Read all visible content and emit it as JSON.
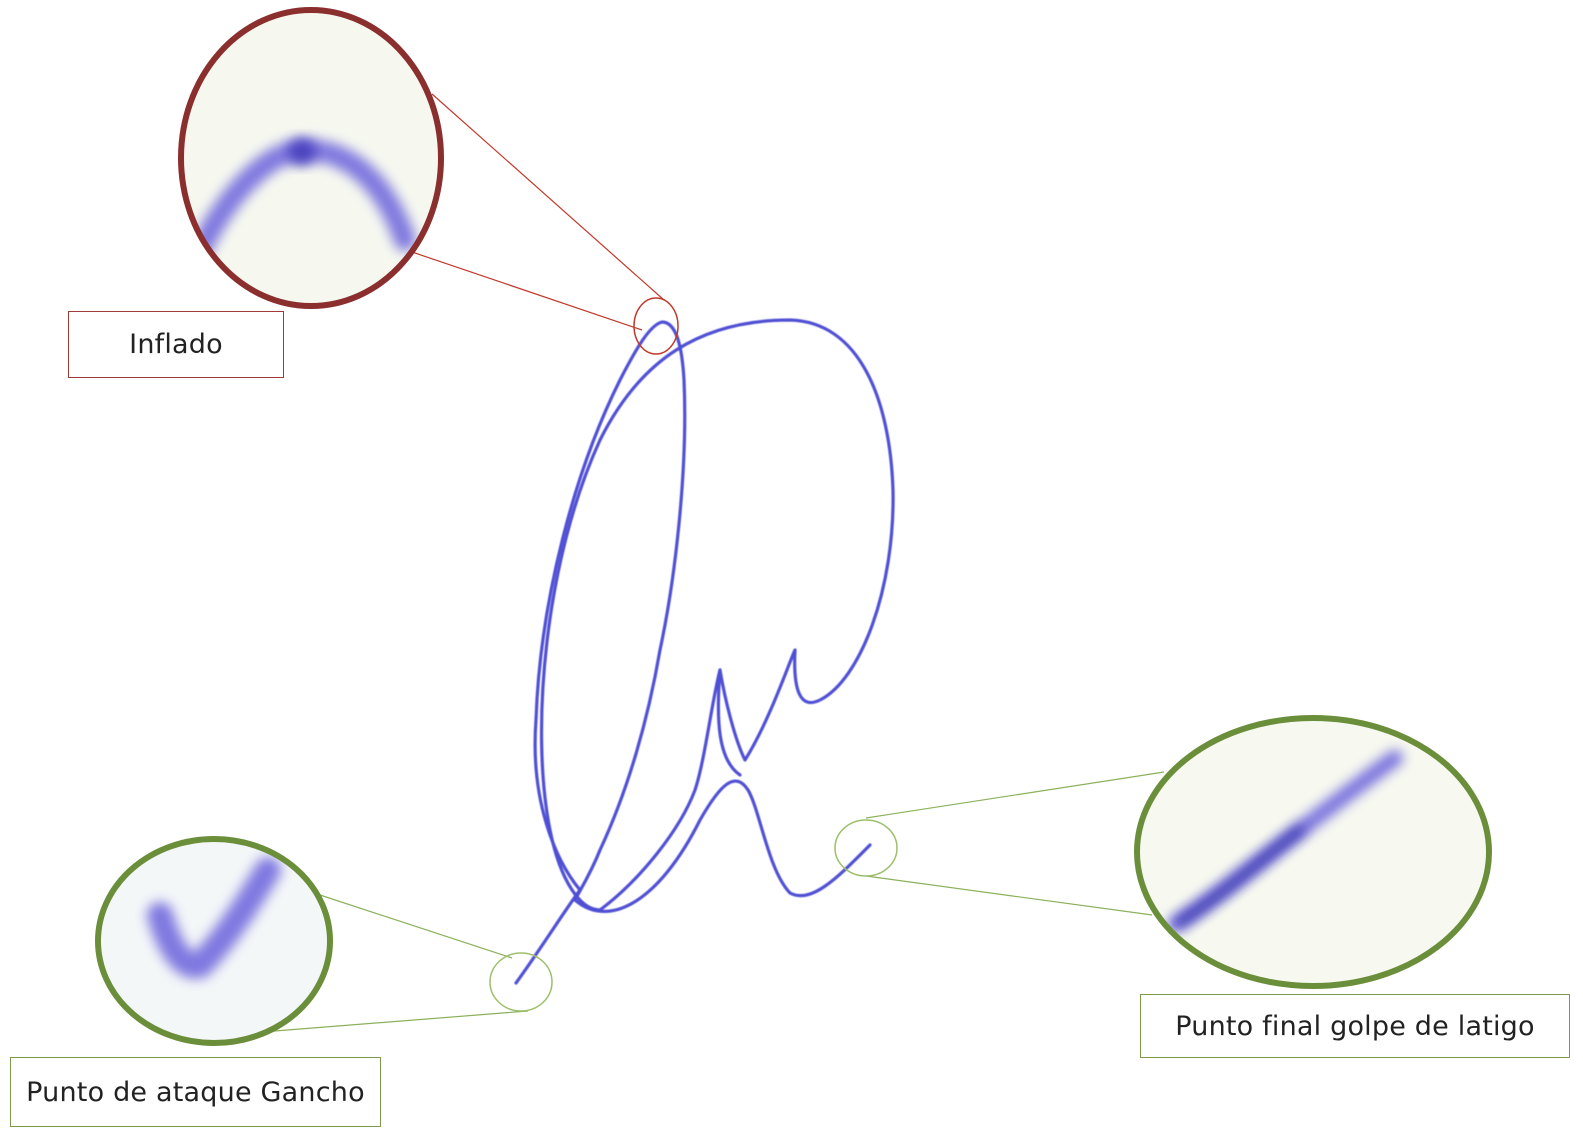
{
  "callouts": {
    "inflado": {
      "label": "Inflado",
      "color": "#b02a2a"
    },
    "gancho": {
      "label": "Punto de ataque Gancho",
      "color": "#8bb05a"
    },
    "latigo": {
      "label": "Punto final golpe de latigo",
      "color": "#8bb05a"
    }
  },
  "signature": {
    "ink_color": "#3a3acf"
  }
}
